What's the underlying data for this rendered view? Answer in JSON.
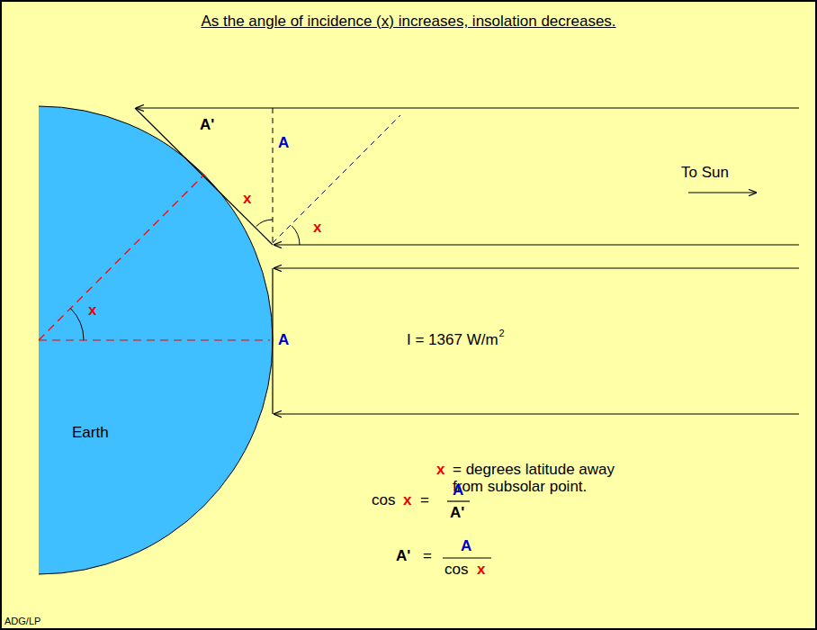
{
  "diagram": {
    "title": "As the angle of incidence (x) increases, insolation decreases.",
    "labels": [
      "A'",
      "A",
      "x",
      "x",
      "To Sun",
      "x",
      "A",
      "I = 1367 W/m",
      "2",
      "Earth",
      "x",
      "= degrees latitude away from subsolar point.",
      "cos",
      "x",
      "=",
      "A",
      "A'",
      "A'",
      "=",
      "A",
      "cos",
      "x",
      "ADG/LP"
    ]
  }
}
